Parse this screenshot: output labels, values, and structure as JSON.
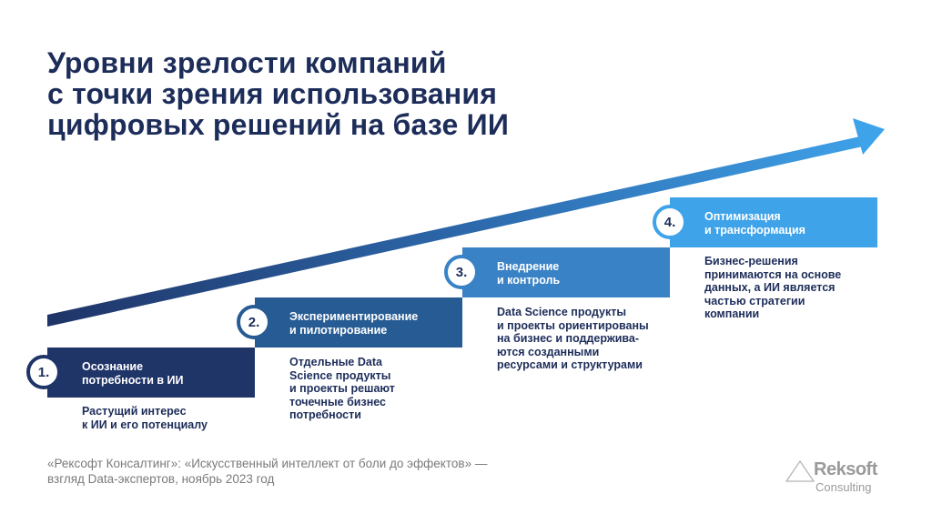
{
  "title": [
    "Уровни зрелости компаний",
    "с точки зрения использования",
    "цифровых решений на базе ИИ"
  ],
  "colors": {
    "title": "#1d2d5a",
    "step1": "#1f3467",
    "step2": "#275b93",
    "step3": "#3a82c6",
    "step4": "#3fa3ea"
  },
  "steps": [
    {
      "number": "1.",
      "label": [
        "Осознание",
        "потребности в ИИ"
      ],
      "description": [
        "Растущий интерес",
        "к ИИ и его потенциалу"
      ]
    },
    {
      "number": "2.",
      "label": [
        "Экспериментирование",
        "и пилотирование"
      ],
      "description": [
        "Отдельные Data",
        "Science продукты",
        "и проекты решают",
        "точечные бизнес",
        "потребности"
      ]
    },
    {
      "number": "3.",
      "label": [
        "Внедрение",
        "и контроль"
      ],
      "description": [
        "Data Science продукты",
        "и проекты ориентированы",
        "на бизнес и поддержива-",
        "ются созданными",
        "ресурсами и структурами"
      ]
    },
    {
      "number": "4.",
      "label": [
        "Оптимизация",
        "и трансформация"
      ],
      "description": [
        "Бизнес-решения",
        "принимаются на основе",
        "данных, а ИИ является",
        "частью стратегии",
        "компании"
      ]
    }
  ],
  "footer": [
    "«Рексофт Консалтинг»: «Искусственный интеллект от боли до эффектов» —",
    "взгляд Data-экспертов, ноябрь 2023 год"
  ],
  "logo": {
    "name": "Reksoft",
    "sub": "Consulting"
  }
}
